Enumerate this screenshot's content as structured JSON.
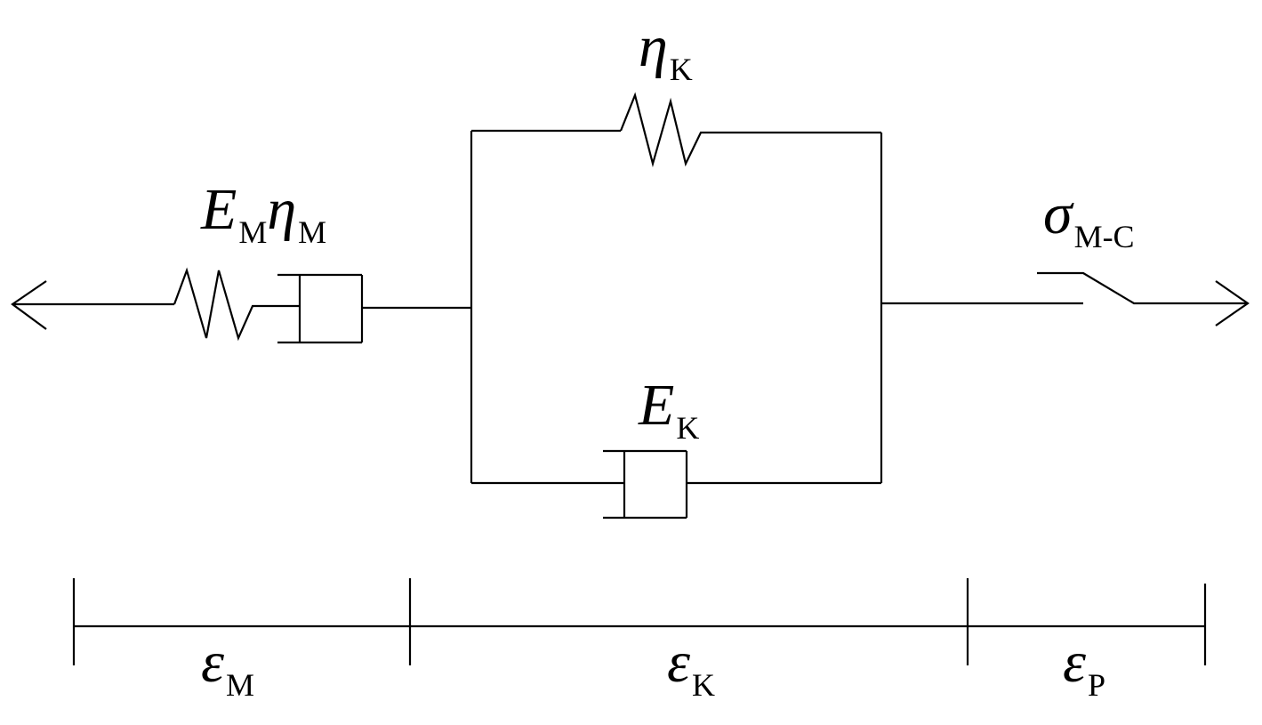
{
  "diagram": {
    "line_color": "#000000",
    "labels": {
      "eta_k": {
        "symbol": "η",
        "subscript": "K"
      },
      "e_m_eta_m": {
        "symbol1": "E",
        "sub1": "M",
        "symbol2": "η",
        "sub2": "M"
      },
      "sigma_mc": {
        "symbol": "σ",
        "subscript": "M-C"
      },
      "e_k": {
        "symbol": "E",
        "subscript": "K"
      },
      "eps_m": {
        "symbol": "ε",
        "subscript": "M"
      },
      "eps_k": {
        "symbol": "ε",
        "subscript": "K"
      },
      "eps_p": {
        "symbol": "ε",
        "subscript": "P"
      }
    }
  }
}
